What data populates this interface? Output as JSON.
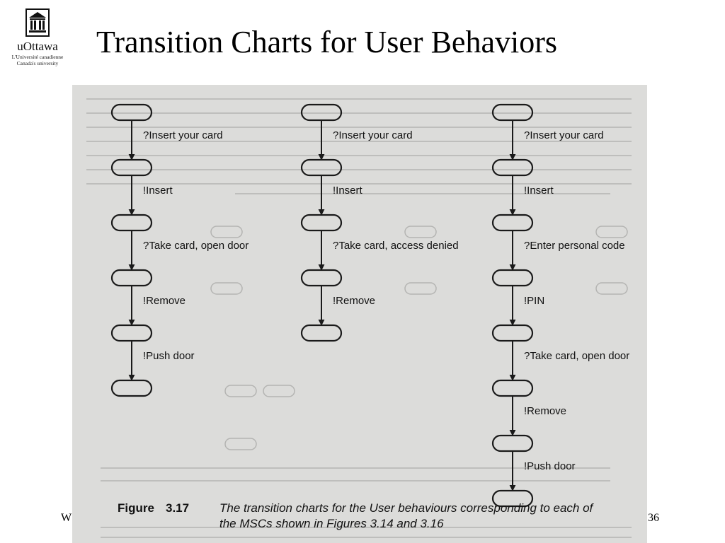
{
  "slide": {
    "title": "Transition Charts for User Behaviors",
    "footer_left": "W",
    "page_number": "36"
  },
  "logo": {
    "name": "uOttawa",
    "line1": "L'Université canadienne",
    "line2": "Canada's university"
  },
  "figure": {
    "label": "Figure",
    "number": "3.17",
    "caption_line1": "The transition charts for the User behaviours  corresponding to each of",
    "caption_line2": "the MSCs shown in Figures 3.14 and 3.16"
  },
  "charts": [
    {
      "labels": [
        "?Insert your card",
        "!Insert",
        "?Take card, open door",
        "!Remove",
        "!Push door"
      ]
    },
    {
      "labels": [
        "?Insert your card",
        "!Insert",
        "?Take card, access denied",
        "!Remove"
      ]
    },
    {
      "labels": [
        "?Insert your card",
        "!Insert",
        "?Enter personal code",
        "!PIN",
        "?Take card, open door",
        "!Remove",
        "!Push door"
      ]
    }
  ],
  "colors": {
    "scan_background": "#dcdcda",
    "ink": "#1a1a1a",
    "ghost": "#aaaaaa"
  }
}
